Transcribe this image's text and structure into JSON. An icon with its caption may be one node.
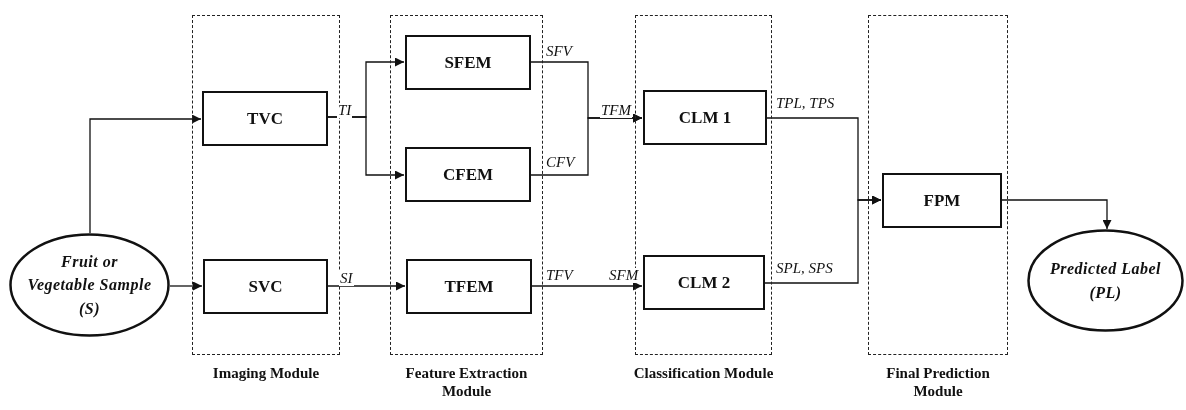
{
  "diagram": {
    "nodes": [
      {
        "text": [
          "Imaging Module"
        ]
      },
      {
        "text": [
          "Feature Extraction Module"
        ]
      },
      {
        "text": [
          "Classification Module"
        ]
      },
      {
        "text": [
          "Final Prediction Module"
        ]
      },
      {
        "text": [
          "Fruit or Vegetable Sample (S)"
        ]
      },
      {
        "text": [
          "TVC"
        ],
        "in": 0
      },
      {
        "text": [
          "SVC"
        ],
        "in": 0
      },
      {
        "text": [
          "SFEM"
        ],
        "in": 1
      },
      {
        "text": [
          "CFEM"
        ],
        "in": 1
      },
      {
        "text": [
          "TFEM"
        ],
        "in": 1
      },
      {
        "text": [
          "CLM 1"
        ],
        "in": 2
      },
      {
        "text": [
          "CLM 2"
        ],
        "in": 2
      },
      {
        "text": [
          "FPM"
        ],
        "in": 3
      },
      {
        "text": [
          "Predicted Label (PL)"
        ]
      }
    ],
    "edges": [
      {
        "from": 4,
        "to": 5,
        "arrow": "to"
      },
      {
        "from": 4,
        "to": 6,
        "arrow": "to"
      },
      {
        "from": 5,
        "to": 7,
        "arrow": "to",
        "label": "TI"
      },
      {
        "from": 5,
        "to": 8,
        "arrow": "to"
      },
      {
        "from": 6,
        "to": 9,
        "arrow": "to",
        "label": "SI"
      },
      {
        "from": 7,
        "to": 10,
        "arrow": "to",
        "label": "SFV"
      },
      {
        "from": 8,
        "to": 10,
        "arrow": "to",
        "label": "CFV"
      },
      {
        "from": 9,
        "to": 11,
        "arrow": "to",
        "label": "TFV"
      },
      {
        "from": 10,
        "to": 12,
        "arrow": "to",
        "label": "TPL, TPS"
      },
      {
        "from": 11,
        "to": 12,
        "arrow": "to",
        "label": "SPL, SPS"
      },
      {
        "from": 12,
        "to": 13,
        "arrow": "to"
      }
    ],
    "labels": [
      "TFM",
      "SFM"
    ]
  }
}
